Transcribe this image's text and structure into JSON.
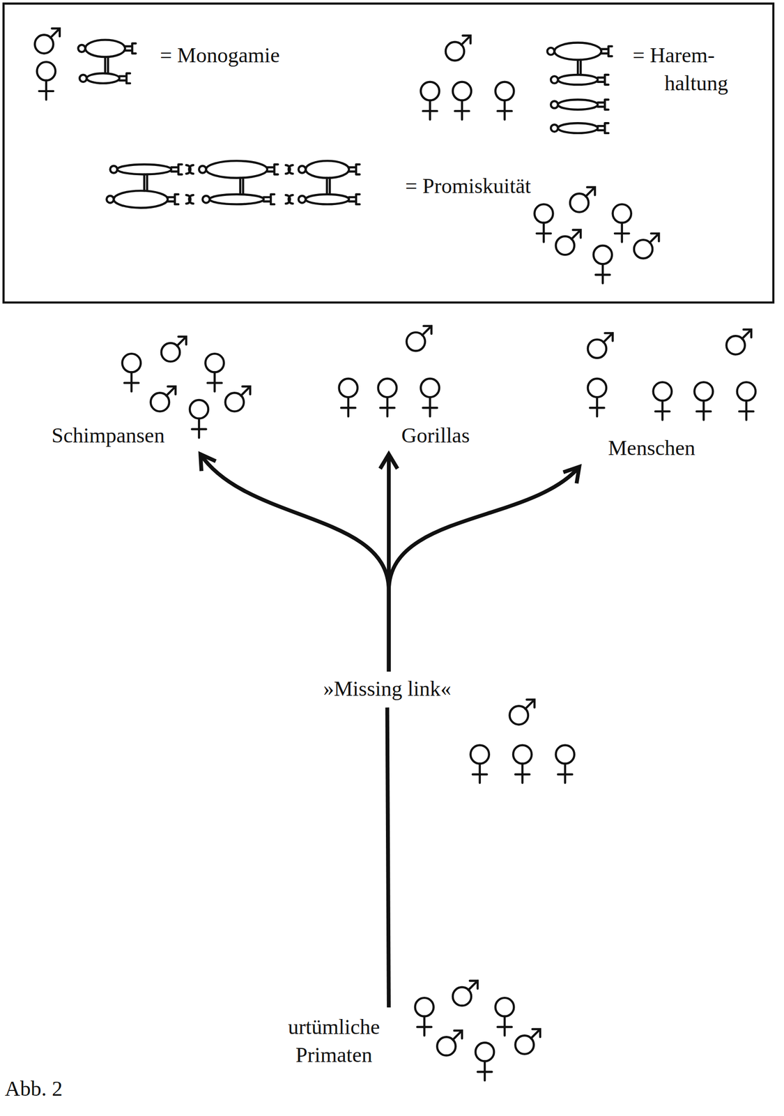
{
  "diagram": {
    "caption": "Abb. 2",
    "nodes": [
      {
        "text": [
          "Schimpansen"
        ]
      },
      {
        "text": [
          "Gorillas"
        ]
      },
      {
        "text": [
          "Menschen"
        ]
      },
      {
        "text": [
          "»Missing link«"
        ]
      },
      {
        "text": [
          "urtümliche Primaten"
        ]
      }
    ],
    "edges": [
      {
        "from": 4,
        "to": 3,
        "arrow": "none"
      },
      {
        "from": 3,
        "to": 0,
        "arrow": "to"
      },
      {
        "from": 3,
        "to": 1,
        "arrow": "to"
      },
      {
        "from": 3,
        "to": 2,
        "arrow": "to"
      }
    ],
    "legend": [
      {
        "text": "= Monogamie"
      },
      {
        "text": "= Harem- haltung"
      },
      {
        "text": "= Promiskuität"
      }
    ]
  }
}
